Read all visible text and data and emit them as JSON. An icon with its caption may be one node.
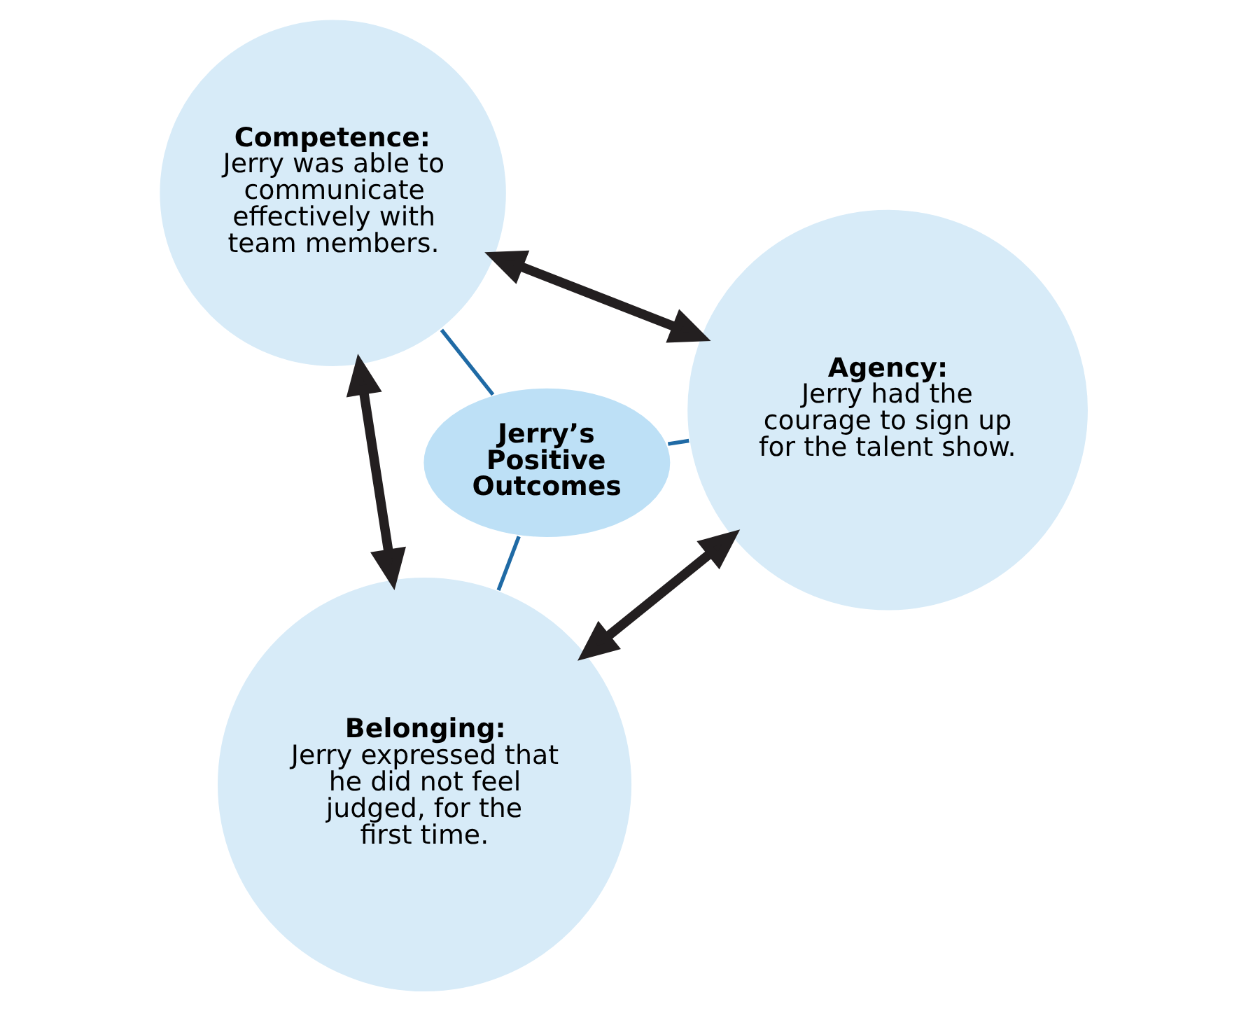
{
  "diagram": {
    "nodes": [
      {
        "text": [
          "Jerry’s Positive Outcomes"
        ]
      },
      {
        "text": [
          "Agency:",
          "Jerry had the courage to sign up for the talent show."
        ]
      },
      {
        "text": [
          "Belonging:",
          "Jerry expressed that he did not feel judged, for the first time."
        ]
      },
      {
        "text": [
          "Competence:",
          "Jerry was able to communicate effectively with team members."
        ]
      }
    ],
    "edges": [
      {
        "from": 0,
        "to": 1,
        "arrow": "none",
        "color": "#1f6aa5"
      },
      {
        "from": 0,
        "to": 2,
        "arrow": "none",
        "color": "#1f6aa5"
      },
      {
        "from": 0,
        "to": 3,
        "arrow": "none",
        "color": "#1f6aa5"
      },
      {
        "from": 1,
        "to": 2,
        "arrow": "both",
        "style": "thick",
        "color": "#231f20"
      },
      {
        "from": 1,
        "to": 3,
        "arrow": "both",
        "style": "thick",
        "color": "#231f20"
      },
      {
        "from": 2,
        "to": 3,
        "arrow": "both",
        "style": "thick",
        "color": "#231f20"
      }
    ]
  }
}
